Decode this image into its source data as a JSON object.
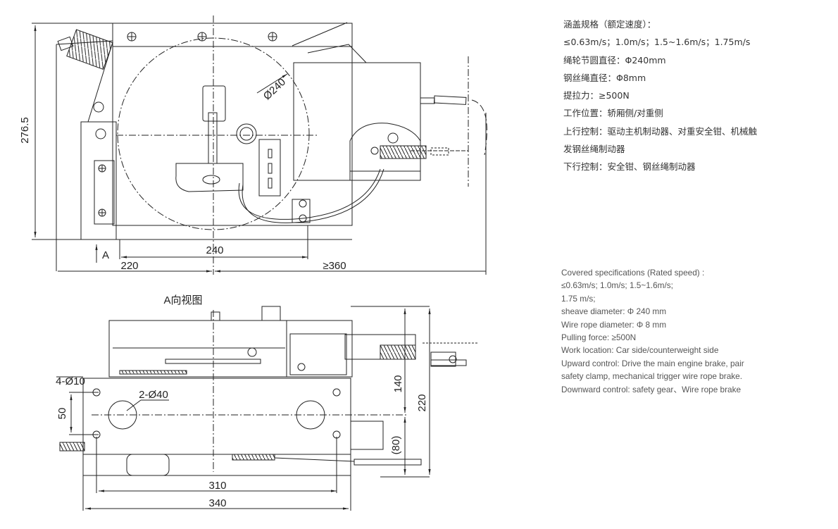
{
  "drawing": {
    "top_view": {
      "dimensions": {
        "height": "276.5",
        "sheave_diameter": "Ø240",
        "width_center": "240",
        "left_offset": "220",
        "right_min": "≥360"
      },
      "view_marker": "A"
    },
    "a_view": {
      "title": "A向视图",
      "dimensions": {
        "mount_holes": "4-Ø10",
        "large_holes": "2-Ø40",
        "hole_spacing": "50",
        "upper_height": "140",
        "total_height": "220",
        "lower_height": "(80)",
        "hole_span": "310",
        "total_width": "340"
      }
    }
  },
  "specs_cn": [
    "涵盖规格（额定速度）：",
    "≤0.63m/s；1.0m/s；1.5~1.6m/s；1.75m/s",
    "绳轮节圆直径：Φ240mm",
    "钢丝绳直径：Φ8mm",
    "提拉力：≥500N",
    "工作位置：轿厢侧/对重侧",
    "上行控制：驱动主机制动器、对重安全钳、机械触",
    "发钢丝绳制动器",
    "下行控制：安全钳、钢丝绳制动器"
  ],
  "specs_en": [
    " Covered specifications (Rated speed) :",
    "≤0.63m/s;  1.0m/s;  1.5~1.6m/s;",
    "1.75 m/s;",
    "sheave diameter:   Φ 240 mm",
    "Wire rope diameter:  Φ 8 mm",
    "Pulling force: ≥500N",
    "Work location: Car side/counterweight side",
    "Upward control: Drive the main engine brake, pair",
    "safety clamp, mechanical trigger wire rope brake.",
    "Downward control: safety gear、Wire rope brake"
  ]
}
